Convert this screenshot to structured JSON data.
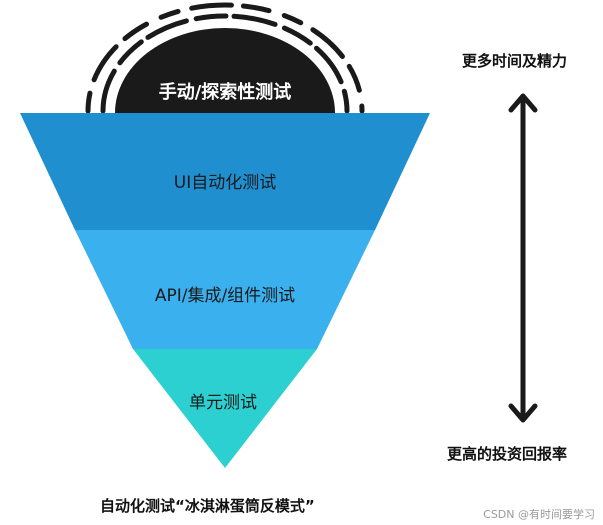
{
  "diagram": {
    "layers": [
      {
        "label": "手动/探索性测试",
        "color": "#1a1a1a"
      },
      {
        "label": "UI自动化测试",
        "color": "#1f8fd0"
      },
      {
        "label": "API/集成/组件测试",
        "color": "#3ab0ef"
      },
      {
        "label": "单元测试",
        "color": "#2dd0d0"
      }
    ],
    "arrow": {
      "top_label": "更多时间及精力",
      "bottom_label": "更高的投资回报率"
    },
    "caption": "自动化测试“冰淇淋蛋筒反模式”"
  },
  "watermark": "CSDN @有时间要学习"
}
